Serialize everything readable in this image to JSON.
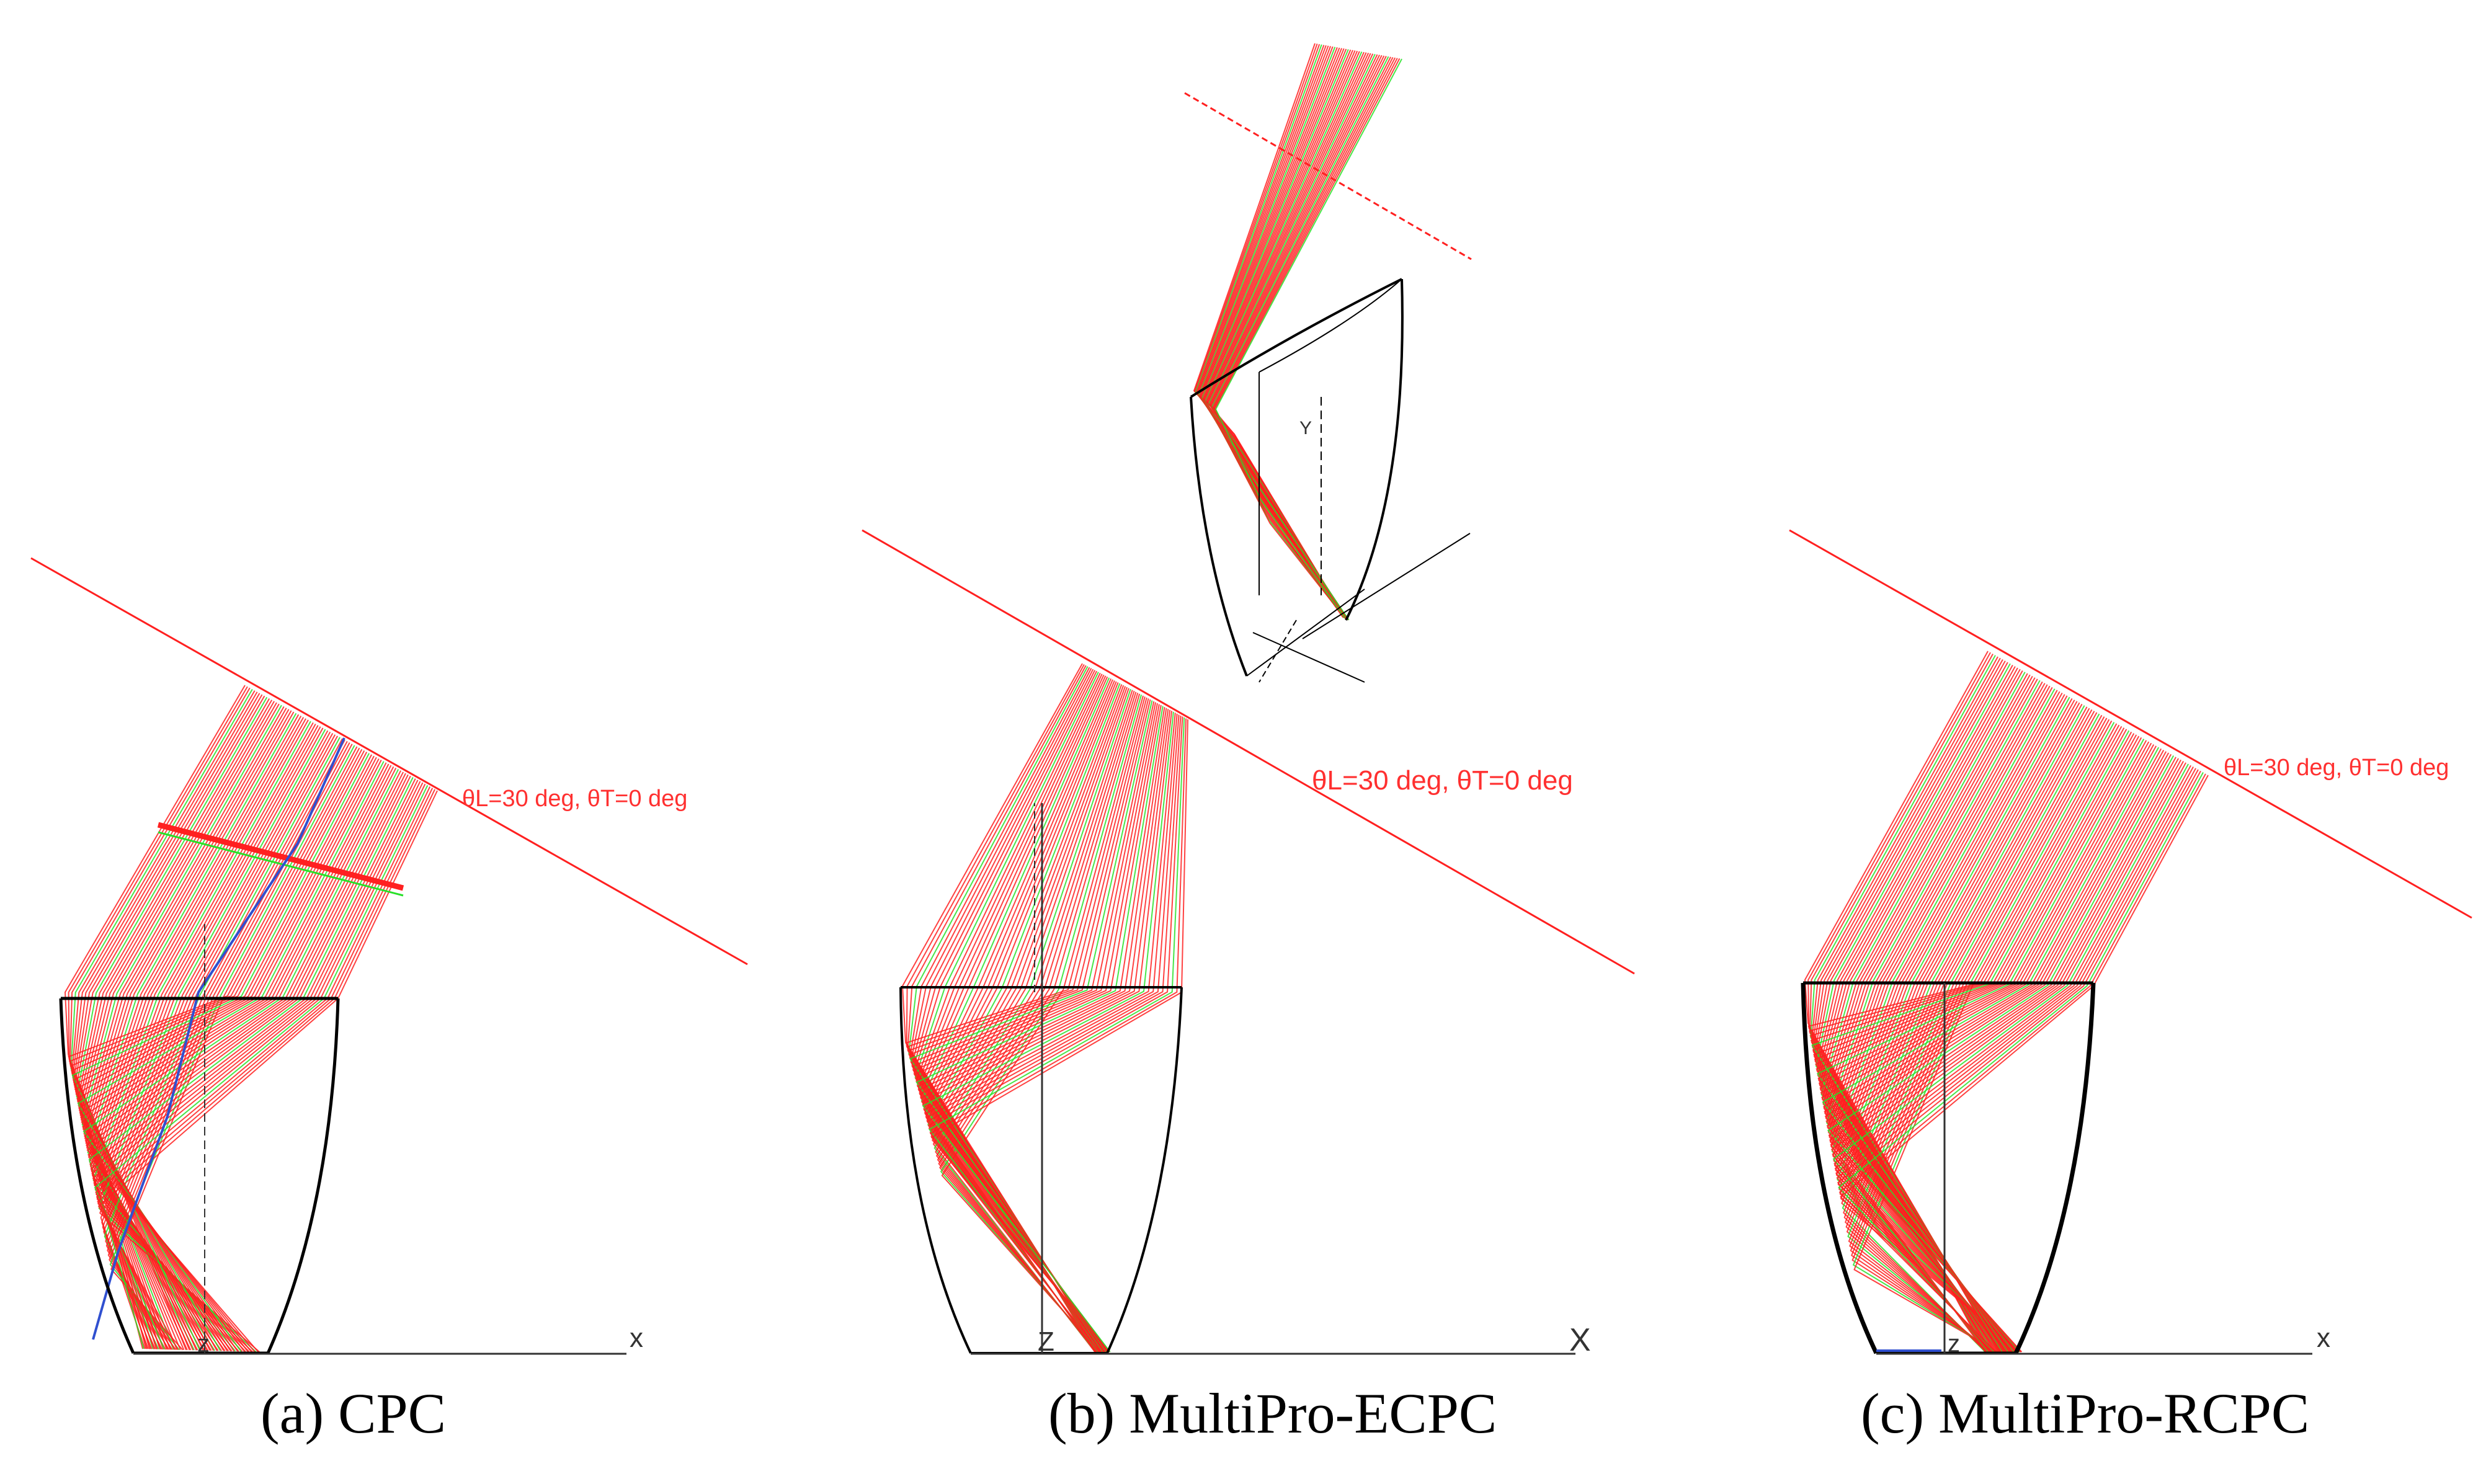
{
  "panels": [
    {
      "id": "cpc",
      "caption": "(a) CPC",
      "angle_label": "θL=30 deg, θT=0 deg",
      "axis_x": "x",
      "axis_z": "z"
    },
    {
      "id": "ecpc",
      "caption": "(b) MultiPro-ECPC",
      "angle_label": "θL=30 deg, θT=0 deg",
      "axis_x": "X",
      "axis_z": "Z",
      "axis_y": "Y"
    },
    {
      "id": "rcpc",
      "caption": "(c) MultiPro-RCPC",
      "angle_label": "θL=30 deg, θT=0 deg",
      "axis_x": "x",
      "axis_z": "z"
    }
  ],
  "colors": {
    "ray_red": "#ff2020",
    "ray_green": "#28e028",
    "ray_blue": "#3050d0",
    "outline": "#000000"
  }
}
